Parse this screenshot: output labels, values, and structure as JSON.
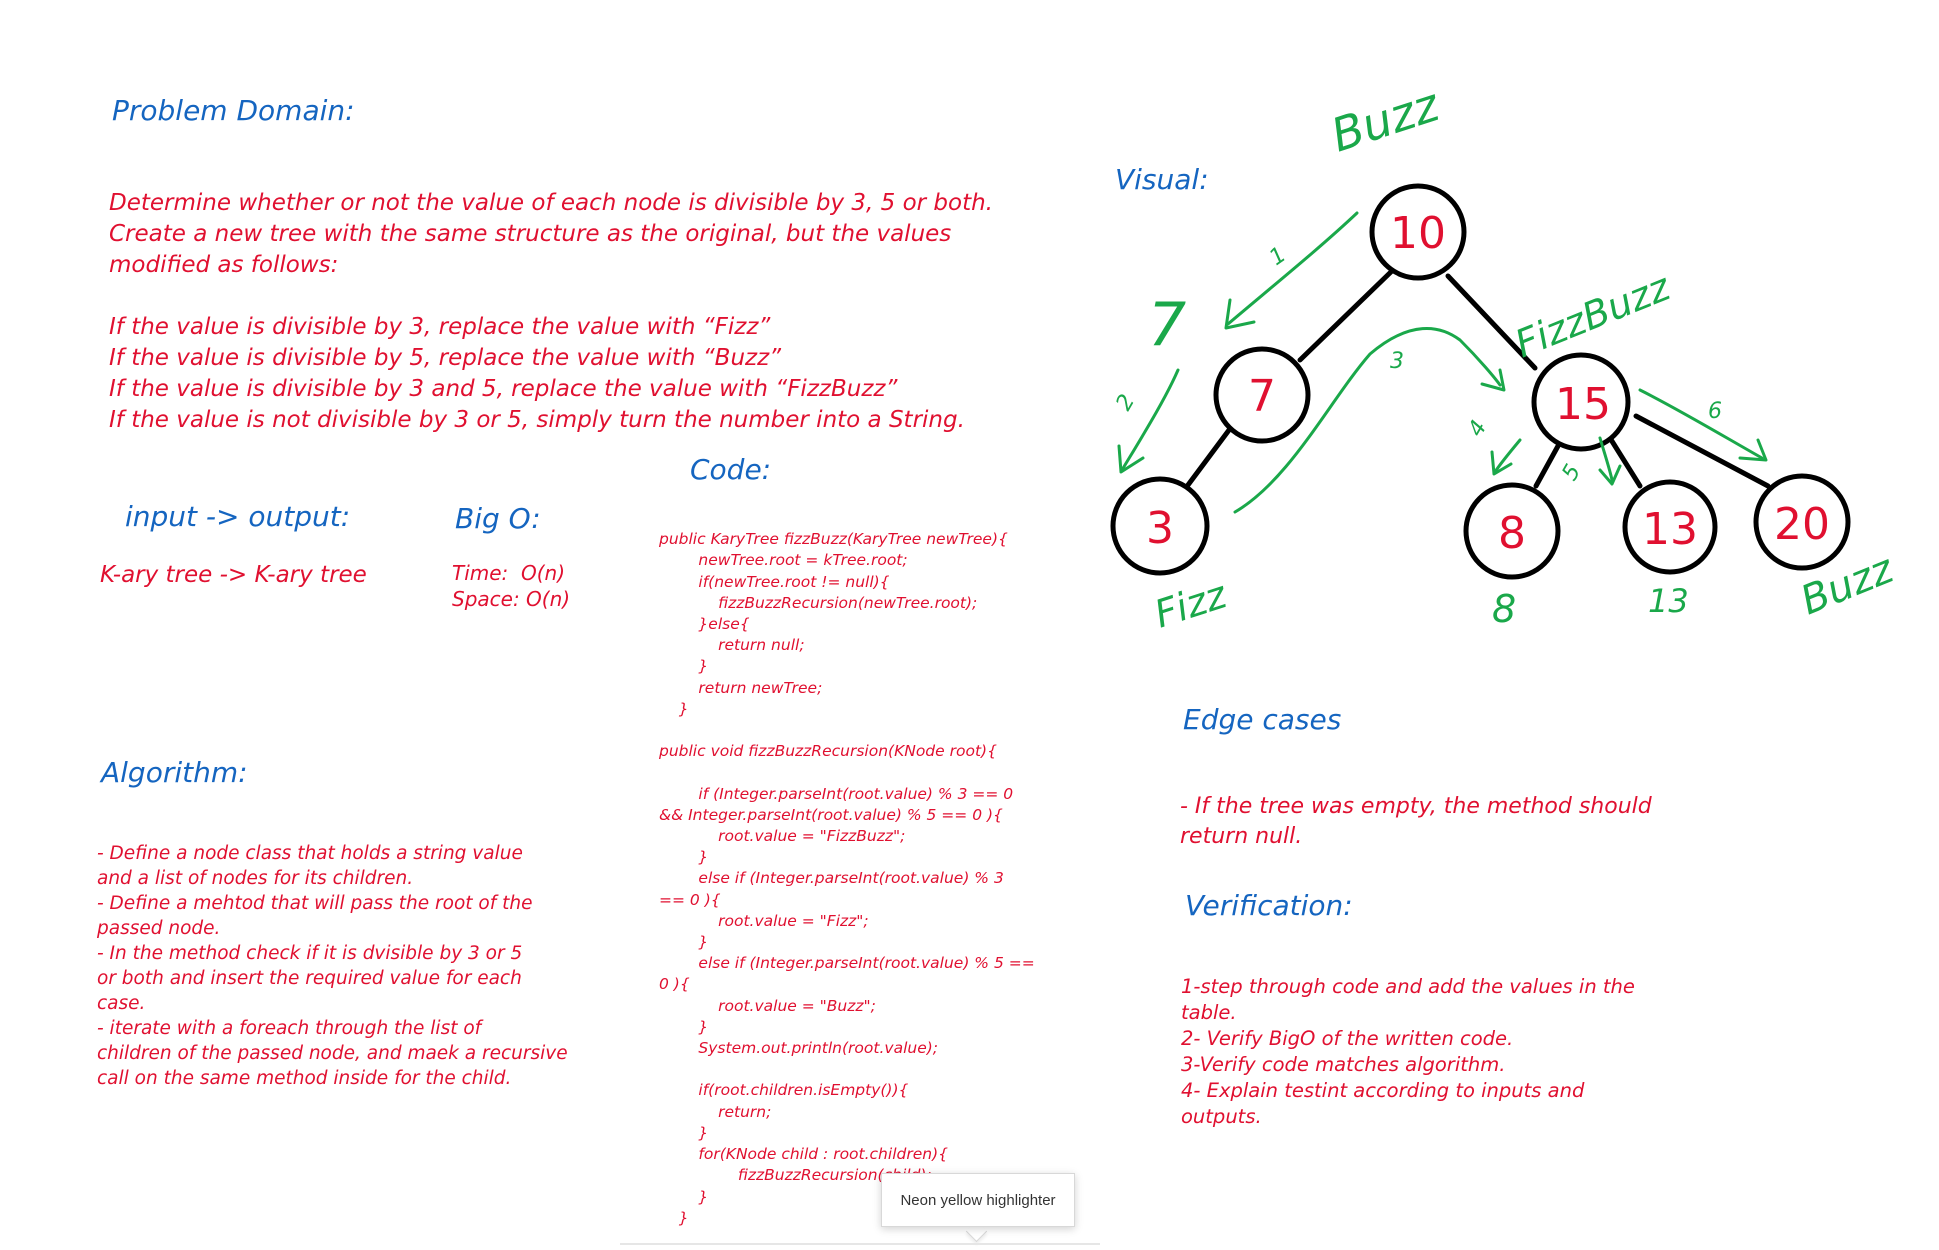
{
  "problem_domain": {
    "title": "Problem Domain:",
    "lines": [
      "Determine whether or not the value of each node is divisible by 3, 5 or both.",
      "Create a new tree with the same structure as the original, but the values",
      "modified as follows:",
      "",
      "If the value is divisible by 3, replace the value with “Fizz”",
      "If the value is divisible by 5, replace the value with “Buzz”",
      "If the value is divisible by 3 and 5, replace the value with “FizzBuzz”",
      "If the value is not divisible by 3 or 5, simply turn the number into a String."
    ]
  },
  "io": {
    "title": "input -> output:",
    "value": "K-ary tree -> K-ary tree"
  },
  "big_o": {
    "title": "Big O:",
    "time": "Time:  O(n)",
    "space": "Space: O(n)"
  },
  "code": {
    "title": "Code:",
    "lines": [
      "public KaryTree fizzBuzz(KaryTree newTree){",
      "        newTree.root = kTree.root;",
      "        if(newTree.root != null){",
      "            fizzBuzzRecursion(newTree.root);",
      "        }else{",
      "            return null;",
      "        }",
      "        return newTree;",
      "    }",
      "",
      "public void fizzBuzzRecursion(KNode root){",
      "",
      "        if (Integer.parseInt(root.value) % 3 == 0",
      "&& Integer.parseInt(root.value) % 5 == 0 ){",
      "            root.value = \"FizzBuzz\";",
      "        }",
      "        else if (Integer.parseInt(root.value) % 3",
      "== 0 ){",
      "            root.value = \"Fizz\";",
      "        }",
      "        else if (Integer.parseInt(root.value) % 5 ==",
      "0 ){",
      "            root.value = \"Buzz\";",
      "        }",
      "        System.out.println(root.value);",
      "",
      "        if(root.children.isEmpty()){",
      "            return;",
      "        }",
      "        for(KNode child : root.children){",
      "                fizzBuzzRecursion(child);",
      "        }",
      "    }"
    ]
  },
  "algorithm": {
    "title": "Algorithm:",
    "lines": [
      "- Define a node class that holds a string value",
      "and a list of nodes for its children.",
      "- Define a mehtod that will pass the root of the",
      "passed node.",
      "- In the method check if it is dvisible by 3 or 5",
      "or both and insert the required value for each",
      "case.",
      "- iterate with a foreach through the list of",
      "children of the passed node, and maek a recursive",
      "call on the same method inside for the child."
    ]
  },
  "visual": {
    "title": "Visual:",
    "nodes": [
      "10",
      "7",
      "3",
      "15",
      "8",
      "13",
      "20"
    ],
    "outputs": {
      "n10": "Buzz",
      "n7": "7",
      "n3": "Fizz",
      "n15": "FizzBuzz",
      "n8": "8",
      "n13": "13",
      "n20": "Buzz"
    },
    "step_labels": [
      "1",
      "2",
      "3",
      "4",
      "5",
      "6"
    ]
  },
  "edge_cases": {
    "title": "Edge cases",
    "lines": [
      "- If the tree was empty, the method should",
      "return null."
    ]
  },
  "verification": {
    "title": "Verification:",
    "lines": [
      "1-step through code and add the values in the",
      "table.",
      "2- Verify BigO of the written code.",
      "3-Verify code matches algorithm.",
      "4- Explain testint according to inputs and",
      "outputs."
    ]
  },
  "tooltip": {
    "text": "Neon yellow highlighter"
  },
  "colors": {
    "title_blue": "#1565c0",
    "ink_red": "#e01030",
    "ink_green": "#1aa84a",
    "ink_black": "#000000"
  }
}
